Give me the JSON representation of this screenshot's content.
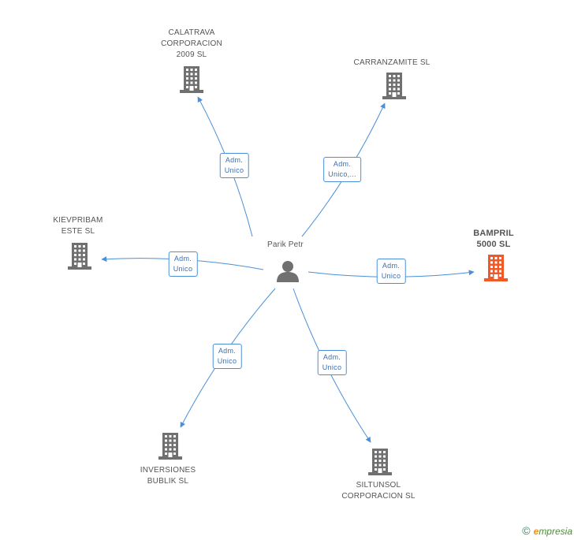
{
  "center": {
    "name": "Parik Petr"
  },
  "companies": [
    {
      "id": "calatrava",
      "lines": [
        "CALATRAVA",
        "CORPORACION",
        "2009 SL"
      ],
      "focus": false
    },
    {
      "id": "carranzamite",
      "lines": [
        "CARRANZAMITE SL"
      ],
      "focus": false
    },
    {
      "id": "kievpribam",
      "lines": [
        "KIEVPRIBAM",
        "ESTE SL"
      ],
      "focus": false
    },
    {
      "id": "bampril",
      "lines": [
        "BAMPRIL",
        "5000 SL"
      ],
      "focus": true
    },
    {
      "id": "inversiones",
      "lines": [
        "INVERSIONES",
        "BUBLIK SL"
      ],
      "focus": false
    },
    {
      "id": "siltunsol",
      "lines": [
        "SILTUNSOL",
        "CORPORACION SL"
      ],
      "focus": false
    }
  ],
  "edges": [
    {
      "to": "calatrava",
      "label": [
        "Adm.",
        "Unico"
      ]
    },
    {
      "to": "carranzamite",
      "label": [
        "Adm.",
        "Unico,..."
      ]
    },
    {
      "to": "kievpribam",
      "label": [
        "Adm.",
        "Unico"
      ]
    },
    {
      "to": "bampril",
      "label": [
        "Adm.",
        "Unico"
      ]
    },
    {
      "to": "inversiones",
      "label": [
        "Adm.",
        "Unico"
      ]
    },
    {
      "to": "siltunsol",
      "label": [
        "Adm.",
        "Unico"
      ]
    }
  ],
  "footer": {
    "copyright": "©",
    "brand_initial": "e",
    "brand_rest": "mpresia"
  },
  "colors": {
    "edge": "#4a90d9",
    "building": "#707070",
    "building_focus": "#f05a28",
    "person": "#707070"
  }
}
